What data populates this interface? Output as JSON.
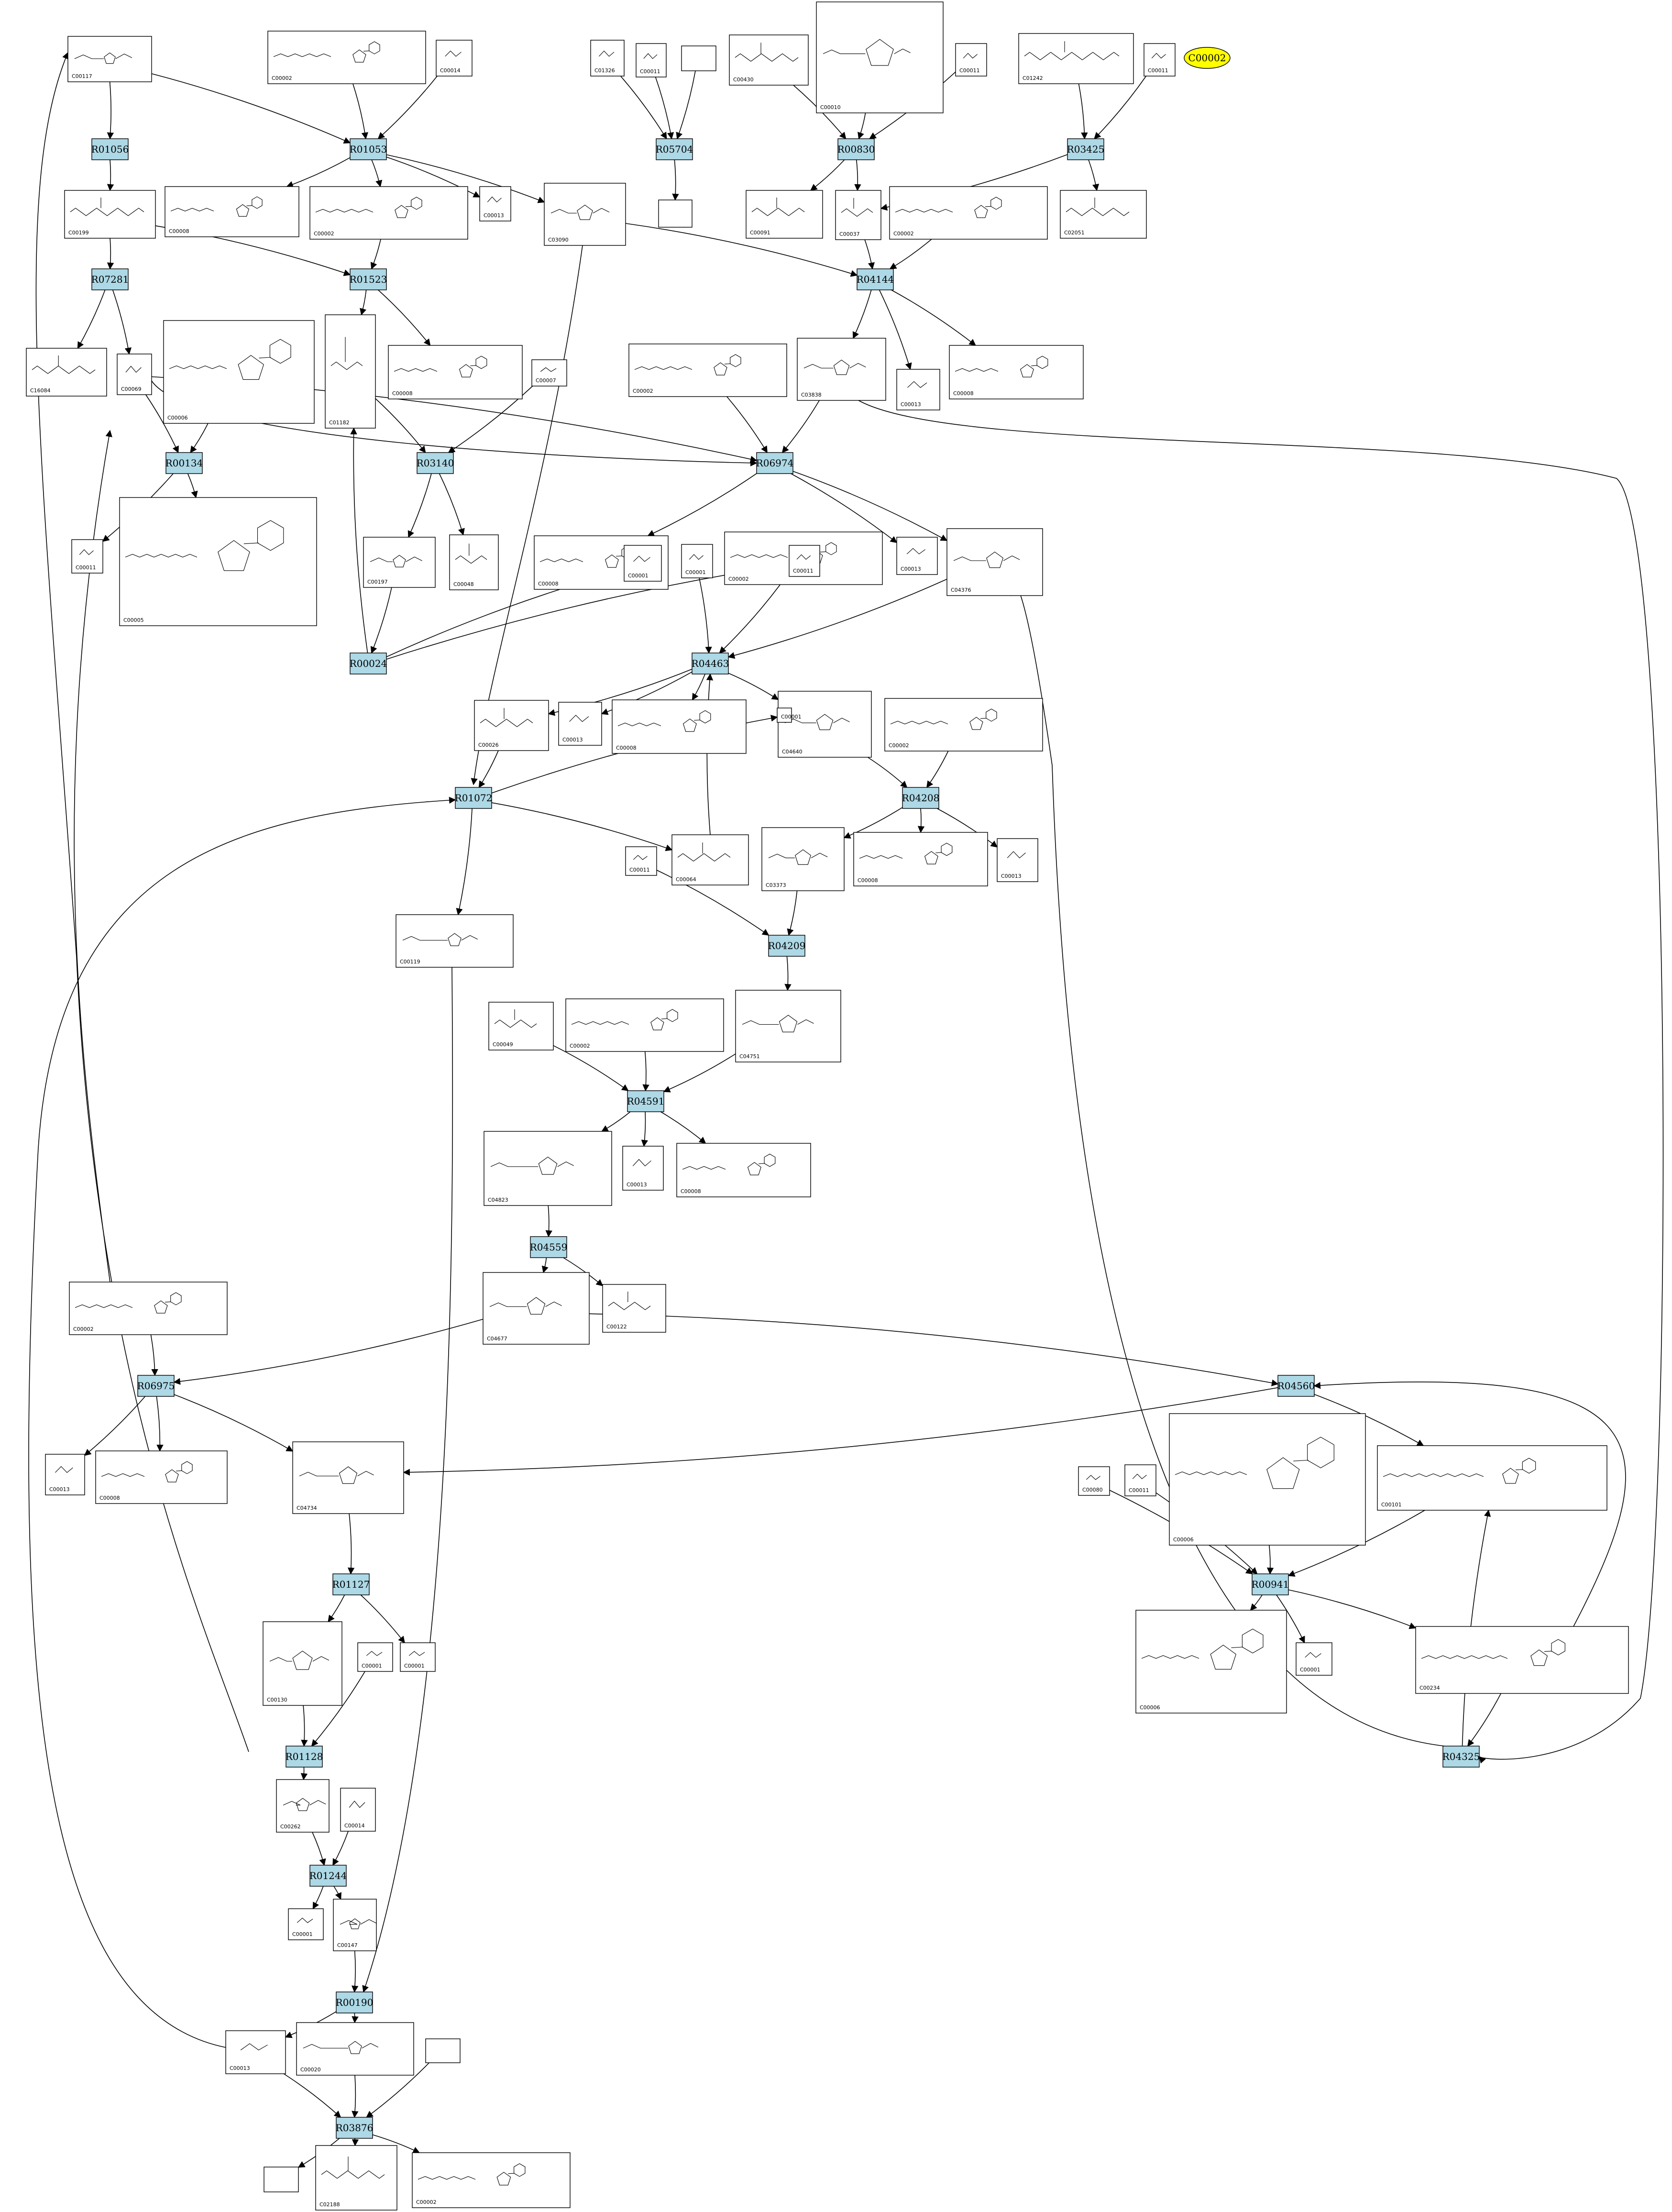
{
  "reactions": [
    {
      "id": "R01056"
    },
    {
      "id": "R01053"
    },
    {
      "id": "R05704"
    },
    {
      "id": "R00830"
    },
    {
      "id": "R03425"
    },
    {
      "id": "R07281"
    },
    {
      "id": "R01523"
    },
    {
      "id": "R04144"
    },
    {
      "id": "R00134"
    },
    {
      "id": "R03140"
    },
    {
      "id": "R06974"
    },
    {
      "id": "R00024"
    },
    {
      "id": "R04463"
    },
    {
      "id": "R01072"
    },
    {
      "id": "R04208"
    },
    {
      "id": "R04209"
    },
    {
      "id": "R04591"
    },
    {
      "id": "R04559"
    },
    {
      "id": "R06975"
    },
    {
      "id": "R04560"
    },
    {
      "id": "R01127"
    },
    {
      "id": "R00941"
    },
    {
      "id": "R01128"
    },
    {
      "id": "R04325"
    },
    {
      "id": "R01244"
    },
    {
      "id": "R00190"
    },
    {
      "id": "R03876"
    }
  ],
  "compounds": [
    {
      "label": "C00117"
    },
    {
      "label": "C00002"
    },
    {
      "label": "C00014"
    },
    {
      "label": "C01326"
    },
    {
      "label": "C00011"
    },
    {
      "label": ""
    },
    {
      "label": "C00430"
    },
    {
      "label": "C00010"
    },
    {
      "label": "C00011"
    },
    {
      "label": "C01242"
    },
    {
      "label": "C00011"
    },
    {
      "label": "C00199"
    },
    {
      "label": "C00008"
    },
    {
      "label": "C00002"
    },
    {
      "label": "C00013"
    },
    {
      "label": "C03090"
    },
    {
      "label": ""
    },
    {
      "label": "C00091"
    },
    {
      "label": "C00037"
    },
    {
      "label": "C00002"
    },
    {
      "label": "C02051"
    },
    {
      "label": "C16084"
    },
    {
      "label": "C00069"
    },
    {
      "label": "C00006"
    },
    {
      "label": "C01182"
    },
    {
      "label": "C00008"
    },
    {
      "label": "C00007"
    },
    {
      "label": "C00002"
    },
    {
      "label": "C03838"
    },
    {
      "label": "C00013"
    },
    {
      "label": "C00008"
    },
    {
      "label": "C00011"
    },
    {
      "label": "C00005"
    },
    {
      "label": "C00197"
    },
    {
      "label": "C00048"
    },
    {
      "label": "C00008"
    },
    {
      "label": "C00001"
    },
    {
      "label": "C00002"
    },
    {
      "label": "C00013"
    },
    {
      "label": "C04376"
    },
    {
      "label": "C00001"
    },
    {
      "label": "C00011"
    },
    {
      "label": "C00026"
    },
    {
      "label": "C00013"
    },
    {
      "label": "C00008"
    },
    {
      "label": "C04640"
    },
    {
      "label": "C00002"
    },
    {
      "label": "C00001"
    },
    {
      "label": "C00064"
    },
    {
      "label": "C03373"
    },
    {
      "label": "C00008"
    },
    {
      "label": "C00013"
    },
    {
      "label": "C00011"
    },
    {
      "label": "C00119"
    },
    {
      "label": "C00049"
    },
    {
      "label": "C00002"
    },
    {
      "label": "C04751"
    },
    {
      "label": "C04823"
    },
    {
      "label": "C00013"
    },
    {
      "label": "C00008"
    },
    {
      "label": "C04677"
    },
    {
      "label": "C00122"
    },
    {
      "label": "C00002"
    },
    {
      "label": "C00013"
    },
    {
      "label": "C00008"
    },
    {
      "label": "C04734"
    },
    {
      "label": "C00006"
    },
    {
      "label": "C00080"
    },
    {
      "label": "C00011"
    },
    {
      "label": "C00101"
    },
    {
      "label": "C00130"
    },
    {
      "label": "C00001"
    },
    {
      "label": "C00001"
    },
    {
      "label": "C00006"
    },
    {
      "label": "C00001"
    },
    {
      "label": "C00234"
    },
    {
      "label": "C00262"
    },
    {
      "label": "C00014"
    },
    {
      "label": "C00001"
    },
    {
      "label": "C00147"
    },
    {
      "label": "C00013"
    },
    {
      "label": "C00020"
    },
    {
      "label": ""
    },
    {
      "label": ""
    },
    {
      "label": "C02188"
    },
    {
      "label": "C00002"
    }
  ],
  "highlight": {
    "label": "C00002"
  },
  "colors": {
    "reaction_fill": "#add8e6",
    "highlight_fill": "#ffff00",
    "stroke": "#000000"
  }
}
